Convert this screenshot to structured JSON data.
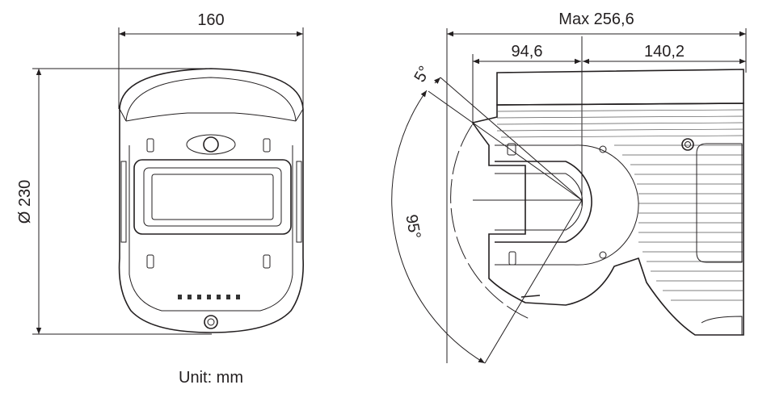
{
  "front_view": {
    "width_dimension": "160",
    "diameter_dimension": "Ø 230"
  },
  "side_view": {
    "max_length_dimension": "Max 256,6",
    "front_offset_dimension": "94,6",
    "rear_depth_dimension": "140,2",
    "tilt_angle": "5°",
    "swing_angle": "95°"
  },
  "unit_note": "Unit: mm"
}
